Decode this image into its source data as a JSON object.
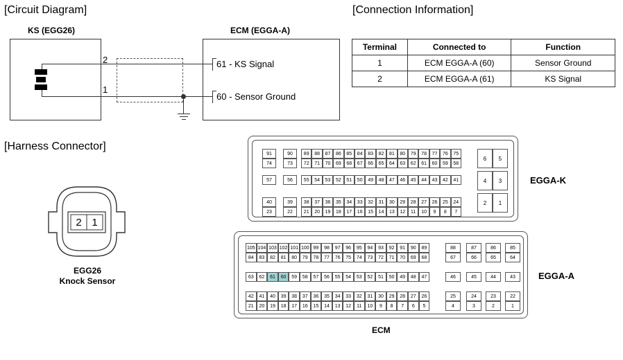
{
  "headings": {
    "circuit": "[Circuit Diagram]",
    "connection": "[Connection Information]",
    "harness": "[Harness Connector]"
  },
  "circuit": {
    "ks_label": "KS (EGG26)",
    "ecm_label": "ECM (EGGA-A)",
    "pin2": "2",
    "pin1": "1",
    "ecm_pins": [
      "61 - KS Signal",
      "60 - Sensor Ground"
    ]
  },
  "connection_table": {
    "headers": [
      "Terminal",
      "Connected to",
      "Function"
    ],
    "rows": [
      [
        "1",
        "ECM EGGA-A (60)",
        "Sensor Ground"
      ],
      [
        "2",
        "ECM EGGA-A (61)",
        "KS Signal"
      ]
    ]
  },
  "knock_sensor": {
    "pins": [
      "2",
      "1"
    ],
    "label_line1": "EGG26",
    "label_line2": "Knock Sensor"
  },
  "egga_k": {
    "label": "EGGA-K",
    "small_rows": [
      [
        "91",
        "90",
        "89",
        "88",
        "87",
        "86",
        "85",
        "84",
        "83",
        "82",
        "81",
        "80",
        "79",
        "78",
        "77",
        "76",
        "75"
      ],
      [
        "74",
        "73",
        "72",
        "71",
        "70",
        "69",
        "68",
        "67",
        "66",
        "65",
        "64",
        "63",
        "62",
        "61",
        "60",
        "59",
        "58"
      ],
      [
        "57",
        "56",
        "55",
        "54",
        "53",
        "52",
        "51",
        "50",
        "49",
        "48",
        "47",
        "46",
        "45",
        "44",
        "43",
        "42",
        "41"
      ],
      [
        "40",
        "39",
        "38",
        "37",
        "36",
        "35",
        "34",
        "33",
        "32",
        "31",
        "30",
        "29",
        "28",
        "27",
        "26",
        "25",
        "24"
      ],
      [
        "23",
        "22",
        "21",
        "20",
        "19",
        "18",
        "17",
        "16",
        "15",
        "14",
        "13",
        "12",
        "11",
        "10",
        "9",
        "8",
        "7"
      ]
    ],
    "big_pins": [
      [
        "6",
        "5"
      ],
      [
        "4",
        "3"
      ],
      [
        "2",
        "1"
      ]
    ]
  },
  "egga_a": {
    "label": "EGGA-A",
    "main_rows": [
      [
        "105",
        "104",
        "103",
        "102",
        "101",
        "100",
        "99",
        "98",
        "97",
        "96",
        "95",
        "94",
        "93",
        "92",
        "91",
        "90",
        "89"
      ],
      [
        "84",
        "83",
        "82",
        "81",
        "80",
        "79",
        "78",
        "77",
        "76",
        "75",
        "74",
        "73",
        "72",
        "71",
        "70",
        "69",
        "68"
      ],
      [
        "63",
        "62",
        "61",
        "60",
        "59",
        "58",
        "57",
        "56",
        "55",
        "54",
        "53",
        "52",
        "51",
        "50",
        "49",
        "48",
        "47"
      ],
      [
        "42",
        "41",
        "40",
        "39",
        "38",
        "37",
        "36",
        "35",
        "34",
        "33",
        "32",
        "31",
        "30",
        "29",
        "28",
        "27",
        "26"
      ],
      [
        "21",
        "20",
        "19",
        "18",
        "17",
        "16",
        "15",
        "14",
        "13",
        "12",
        "11",
        "10",
        "9",
        "8",
        "7",
        "6",
        "5"
      ]
    ],
    "side_rows": [
      [
        "88",
        "87",
        "86",
        "85"
      ],
      [
        "67",
        "66",
        "65",
        "64"
      ],
      [
        "46",
        "45",
        "44",
        "43"
      ],
      [
        "25",
        "24",
        "23",
        "22"
      ],
      [
        "4",
        "3",
        "2",
        "1"
      ]
    ],
    "highlighted": [
      "61",
      "60"
    ],
    "highlight_color": "#9fd3d3",
    "caption": "ECM"
  }
}
